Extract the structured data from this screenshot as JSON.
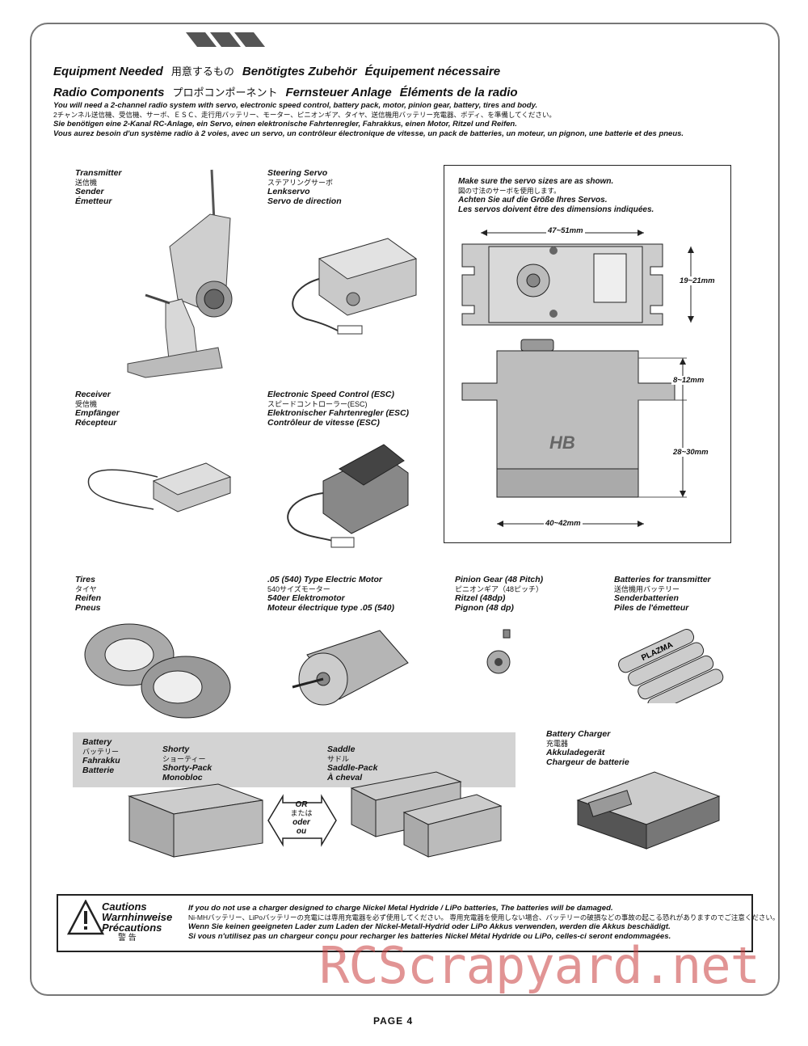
{
  "headings": {
    "equipment": [
      "Equipment Needed",
      "用意するもの",
      "Benötigtes Zubehör",
      "Équipement nécessaire"
    ],
    "radio": [
      "Radio Components",
      "プロポコンポーネント",
      "Fernsteuer Anlage",
      "Éléments de la radio"
    ]
  },
  "intro": [
    "You will need a 2-channel radio system with servo, electronic speed control, battery pack, motor, pinion gear, battery, tires and body.",
    "2チャンネル送信機、受信機、サーボ、ＥＳＣ、走行用バッテリー、モーター、ピニオンギア、タイヤ、送信機用バッテリー充電器、ボディ、を準備してください。",
    "Sie benötigen eine 2-Kanal RC-Anlage, ein Servo, einen elektronische Fahrtenregler, Fahrakkus, einen Motor, Ritzel und Reifen.",
    "Vous aurez besoin d'un système radio à 2 voies, avec un servo, un contrôleur électronique de vitesse, un pack de batteries, un moteur, un pignon, une batterie et des pneus."
  ],
  "items": {
    "transmitter": [
      "Transmitter",
      "送信機",
      "Sender",
      "Émetteur"
    ],
    "servo": [
      "Steering Servo",
      "ステアリングサーボ",
      "Lenkservo",
      "Servo de direction"
    ],
    "receiver": [
      "Receiver",
      "受信機",
      "Empfänger",
      "Récepteur"
    ],
    "esc": [
      "Electronic Speed Control (ESC)",
      "スピードコントローラー(ESC)",
      "Elektronischer Fahrtenregler (ESC)",
      "Contrôleur de vitesse (ESC)"
    ],
    "tires": [
      "Tires",
      "タイヤ",
      "Reifen",
      "Pneus"
    ],
    "motor": [
      ".05 (540) Type Electric Motor",
      "540サイズモーター",
      "540er Elektromotor",
      "Moteur électrique type .05 (540)"
    ],
    "pinion": [
      "Pinion Gear (48 Pitch)",
      "ピニオンギア（48ピッチ）",
      "Ritzel (48dp)",
      "Pignon (48 dp)"
    ],
    "tx_batteries": [
      "Batteries for transmitter",
      "送信機用バッテリー",
      "Senderbatterien",
      "Piles de l'émetteur"
    ],
    "battery": [
      "Battery",
      "バッテリー",
      "Fahrakku",
      "Batterie"
    ],
    "shorty": [
      "Shorty",
      "ショーティー",
      "Shorty-Pack",
      "Monobloc"
    ],
    "saddle": [
      "Saddle",
      "サドル",
      "Saddle-Pack",
      "À cheval"
    ],
    "charger": [
      "Battery Charger",
      "充電器",
      "Akkuladegerät",
      "Chargeur de batterie"
    ]
  },
  "servo_note": [
    "Make sure the servo sizes are as shown.",
    "図の寸法のサーボを使用します。",
    "Achten Sie auf die Größe Ihres Servos.",
    "Les servos doivent être des dimensions indiquées."
  ],
  "dimensions": {
    "width_top": "47~51mm",
    "height_side": "19~21mm",
    "upper": "8~12mm",
    "lower": "28~30mm",
    "width_bottom": "40~42mm"
  },
  "or_label": [
    "OR",
    "または",
    "oder",
    "ou"
  ],
  "battery_brand": "PLAZMA",
  "servo_logo": "HB",
  "caution": {
    "title": [
      "Cautions",
      "Warnhinweise",
      "Précautions",
      "警 告"
    ],
    "text": [
      "If you do not use a charger designed to charge Nickel Metal Hydride / LiPo batteries, The batteries will be damaged.",
      "Ni-MHバッテリー、LiPoバッテリーの充電には専用充電器を必ず使用してください。 専用充電器を使用しない場合、バッテリーの破損などの事故の起こる恐れがありますのでご注意ください。",
      "Wenn Sie keinen geeigneten Lader zum Laden der Nickel-Metall-Hydrid oder LiPo Akkus verwenden, werden die Akkus beschädigt.",
      "Si vous n'utilisez pas un chargeur conçu pour recharger les batteries Nickel Métal Hydride ou LiPo, celles-ci seront endommagées."
    ]
  },
  "watermark": "RCScrapyard.net",
  "page_label": "PAGE  4"
}
